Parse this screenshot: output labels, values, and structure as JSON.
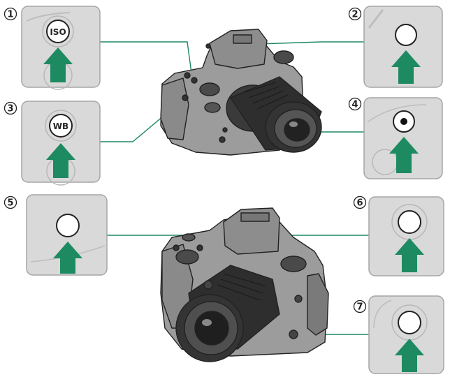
{
  "callouts": [
    {
      "num": "1",
      "button_label": "ISO"
    },
    {
      "num": "2",
      "button_label": ""
    },
    {
      "num": "3",
      "button_label": "WB"
    },
    {
      "num": "4",
      "button_label": ""
    },
    {
      "num": "5",
      "button_label": ""
    },
    {
      "num": "6",
      "button_label": ""
    },
    {
      "num": "7",
      "button_label": ""
    }
  ],
  "colors": {
    "arrow": "#1e8a62",
    "panel_fill": "#d9d9d9",
    "panel_border": "#a5a5a5",
    "camera_body": "#9c9c9c",
    "camera_dark": "#3a3a3a",
    "leader_line": "#1e8a62"
  }
}
